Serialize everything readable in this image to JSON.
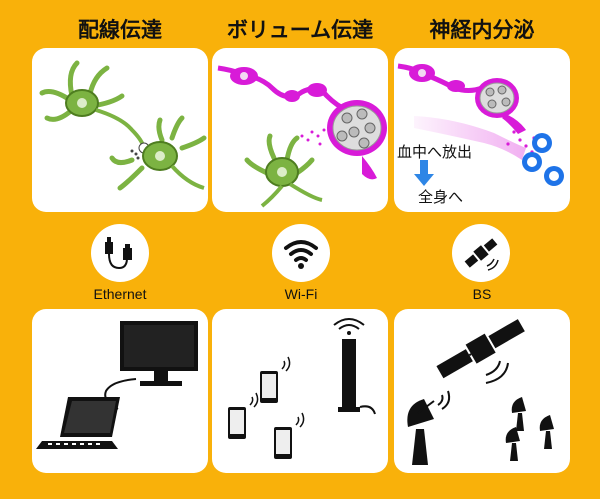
{
  "background_color": "#F9B10A",
  "columns": [
    {
      "title": "配線伝達",
      "network": "Ethernet",
      "network_icon": "ethernet-cable-icon",
      "devices": [
        "monitor-icon",
        "laptop-icon"
      ]
    },
    {
      "title": "ボリューム伝達",
      "network": "Wi-Fi",
      "network_icon": "wifi-icon",
      "devices": [
        "smartphone-icon",
        "wifi-router-icon"
      ]
    },
    {
      "title": "神経内分泌",
      "network": "BS",
      "network_icon": "satellite-icon",
      "devices": [
        "satellite-icon",
        "satellite-dish-icon"
      ]
    }
  ],
  "neuroendocrine": {
    "release_label": "血中へ放出",
    "body_label": "全身へ"
  },
  "colors": {
    "neuron_green": "#7CB342",
    "volume_magenta": "#D81BD8",
    "receptor_blue": "#1E73E8"
  }
}
